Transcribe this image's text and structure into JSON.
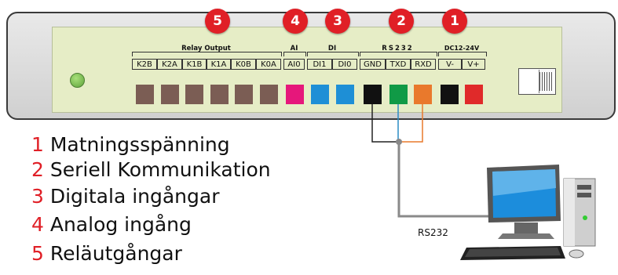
{
  "badges": [
    "5",
    "4",
    "3",
    "2",
    "1"
  ],
  "groups": {
    "relay": "Relay Output",
    "ai": "AI",
    "di": "DI",
    "rs232": "RS232",
    "power": "DC12-24V"
  },
  "terminals": [
    "K2B",
    "K2A",
    "K1B",
    "K1A",
    "K0B",
    "K0A",
    "AI0",
    "DI1",
    "DI0",
    "GND",
    "TXD",
    "RXD",
    "V-",
    "V+"
  ],
  "terminal_colors": {
    "relay": "#7b5d54",
    "ai": "#e6177b",
    "di": "#1e8fd6",
    "gnd": "#111111",
    "txd": "#109a46",
    "rxd": "#e9792c",
    "vminus": "#111111",
    "vplus": "#e02a2a"
  },
  "legend": [
    {
      "num": "1",
      "text": "Matningsspänning"
    },
    {
      "num": "2",
      "text": "Seriell Kommunikation"
    },
    {
      "num": "3",
      "text": "Digitala ingångar"
    },
    {
      "num": "4",
      "text": "Analog ingång"
    },
    {
      "num": "5",
      "text": "Reläutgångar"
    }
  ],
  "cable_label": "RS232",
  "accent_color": "#e01f26"
}
